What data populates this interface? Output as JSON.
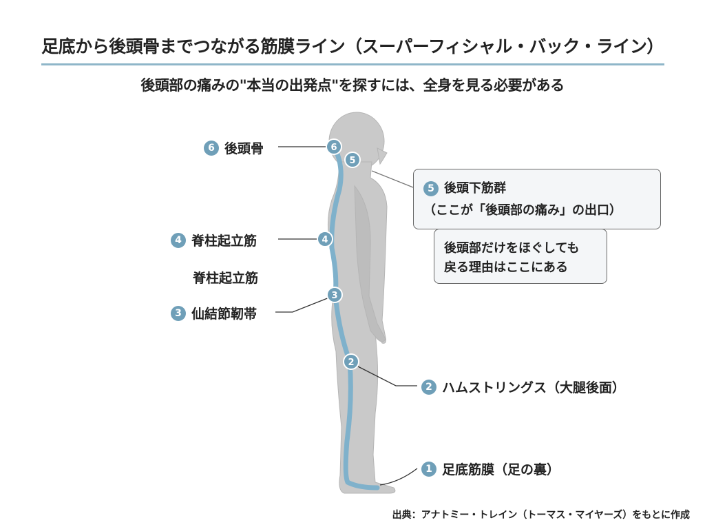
{
  "title": "足底から後頭骨までつながる筋膜ライン（スーパーフィシャル・バック・ライン）",
  "subtitle": "後頭部の痛みの\"本当の出発点\"を探すには、全身を見る必要がある",
  "colors": {
    "accent": "#6f9fb8",
    "line": "#8fb6c9",
    "body": "#c8c8c8"
  },
  "markers": [
    "6",
    "5",
    "4",
    "3",
    "2",
    "1"
  ],
  "labels": {
    "occipital": {
      "num": "6",
      "text": "後頭骨"
    },
    "erector1": {
      "num": "4",
      "text": "脊柱起立筋"
    },
    "erector2": {
      "text": "脊柱起立筋"
    },
    "sacrotuberous": {
      "num": "3",
      "text": "仙結節靭帯"
    },
    "hamstrings": {
      "num": "2",
      "text": "ハムストリングス（大腿後面）"
    },
    "plantar": {
      "num": "1",
      "text": "足底筋膜（足の裏）"
    }
  },
  "callout": {
    "num": "5",
    "line1": "後頭下筋群",
    "line2": "（ここが「後頭部の痛み」の出口）",
    "note1": "後頭部だけをほぐしても",
    "note2": "戻る理由はここにある"
  },
  "source": "出典：アナトミー・トレイン（トーマス・マイヤーズ）をもとに作成"
}
